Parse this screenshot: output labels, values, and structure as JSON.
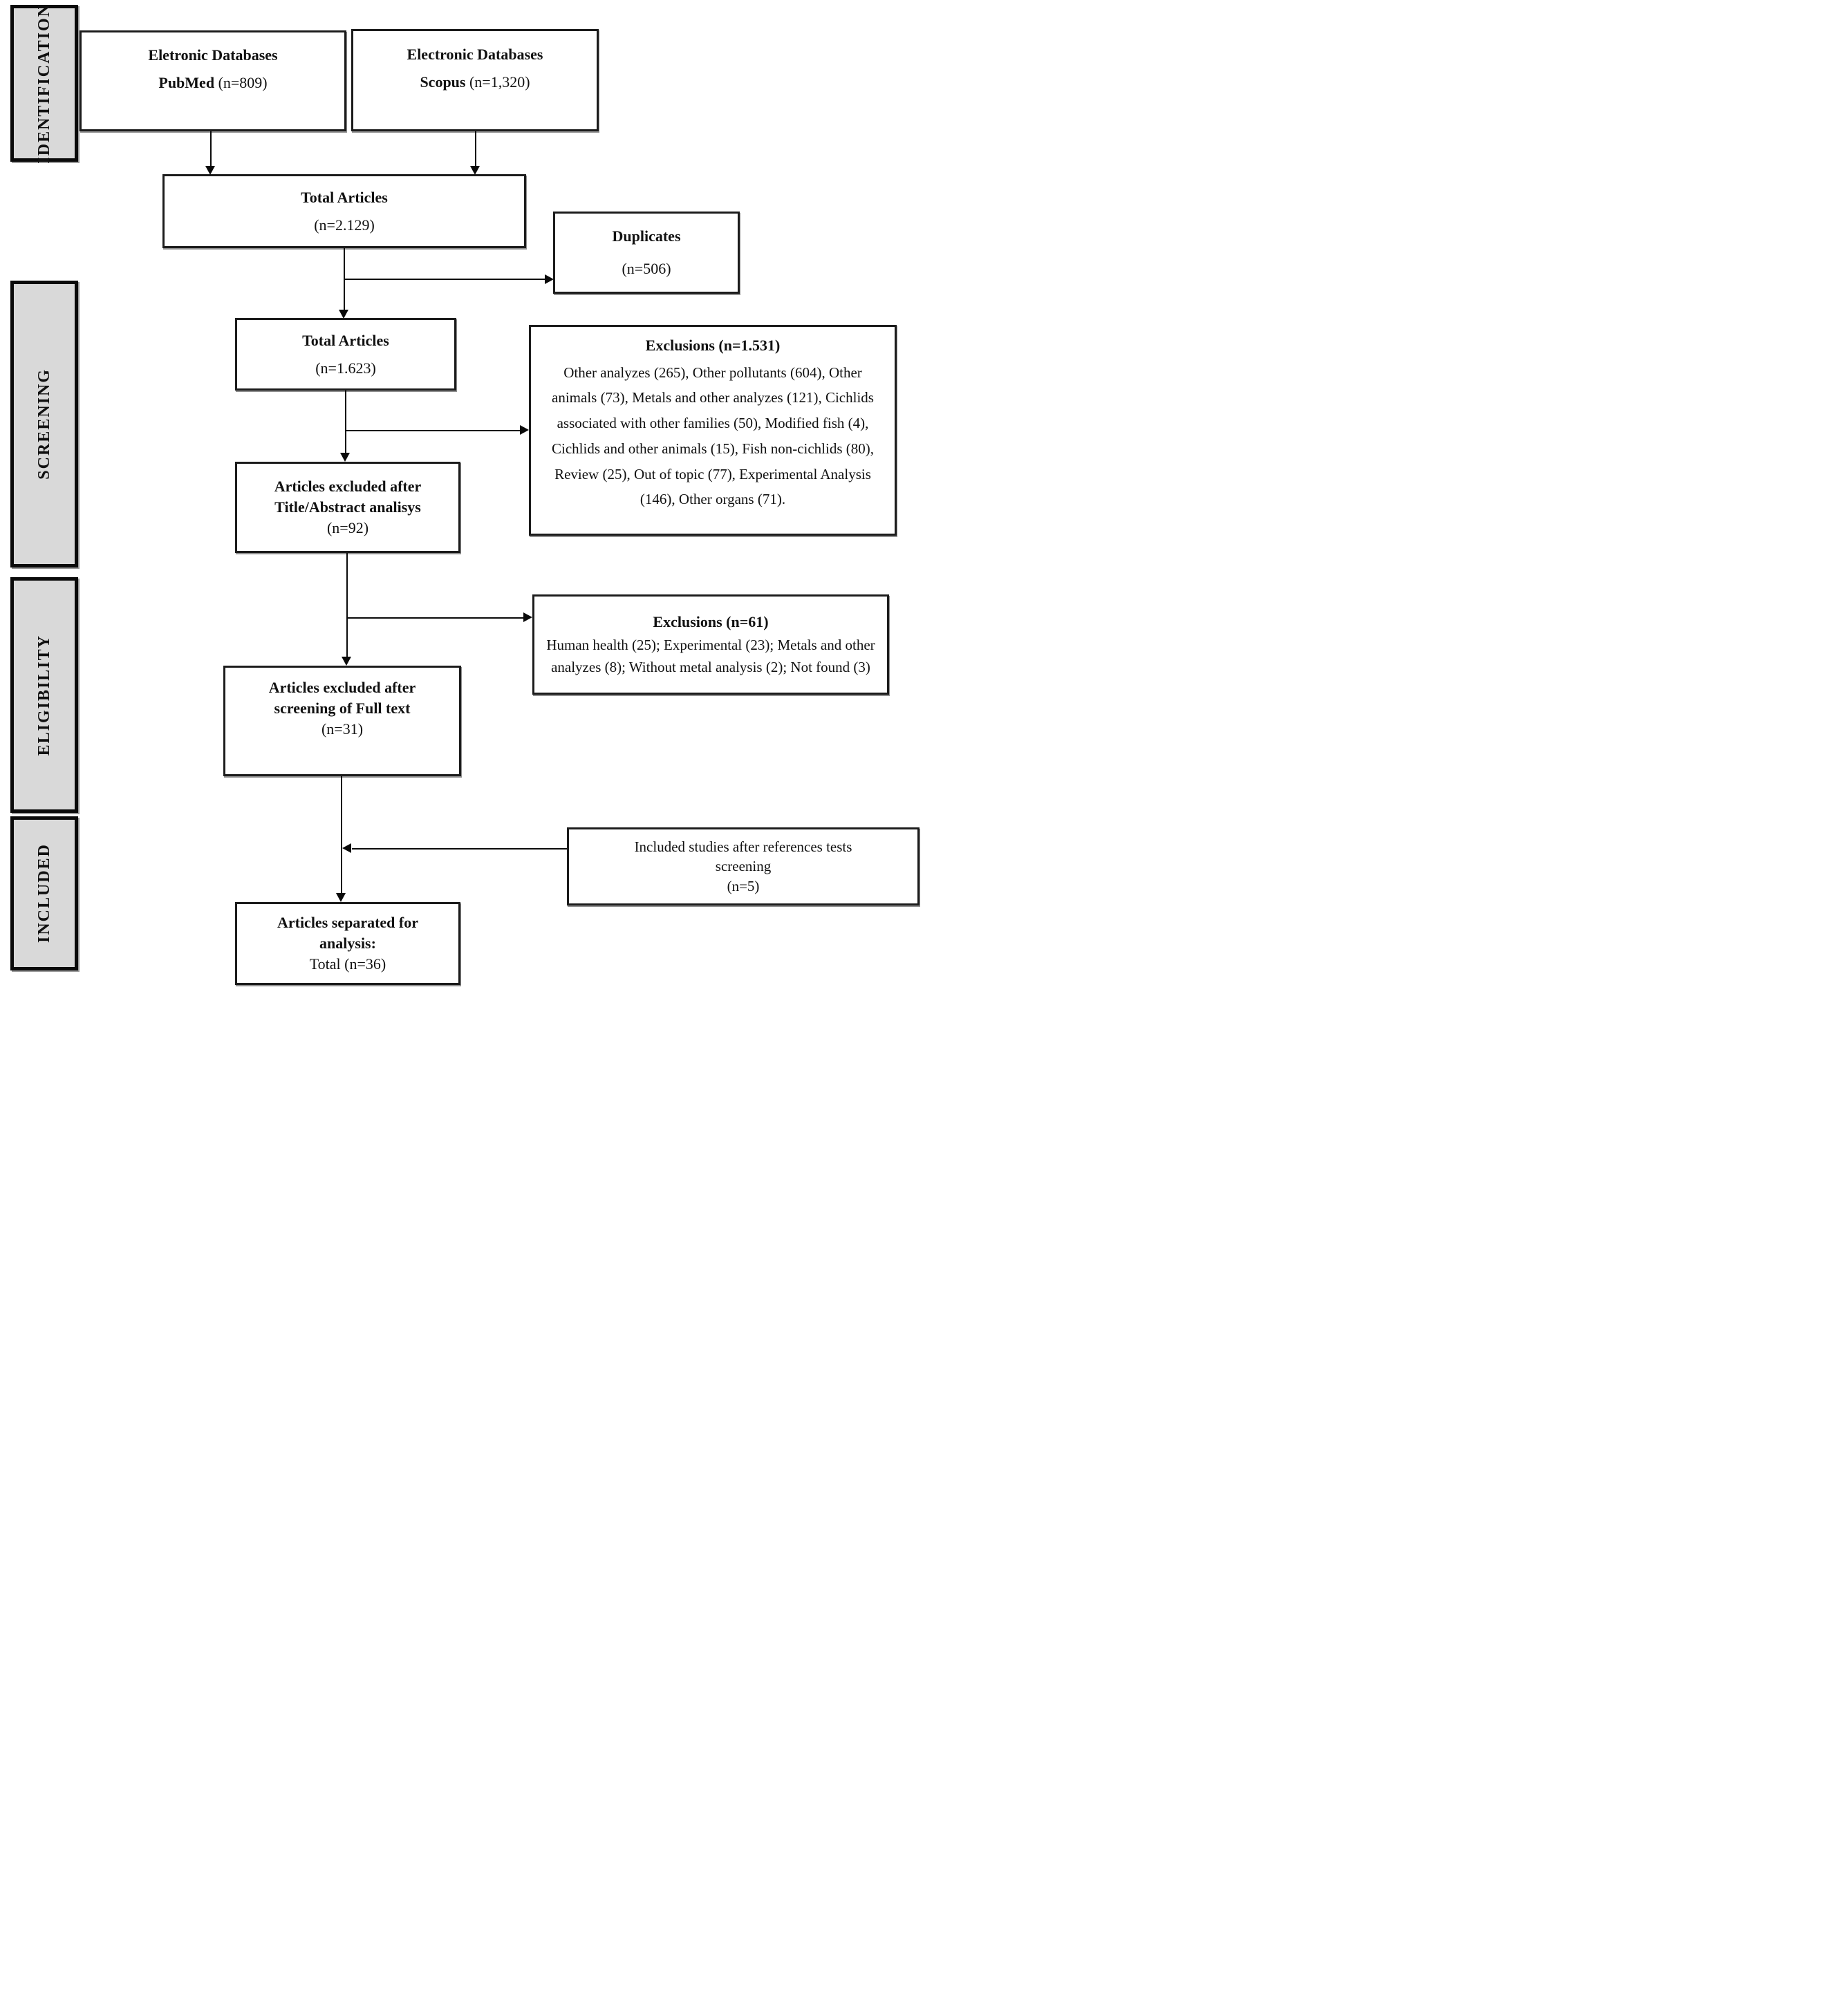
{
  "stages": [
    {
      "label": "IDENTIFICATION"
    },
    {
      "label": "SCREENING"
    },
    {
      "label": "ELIGIBILITY"
    },
    {
      "label": "INCLUDED"
    }
  ],
  "boxes": {
    "pubmed": {
      "title": "Eletronic Databases",
      "name_bold": "PubMed",
      "count": " (n=809)"
    },
    "scopus": {
      "title": "Electronic Databases",
      "name_bold": "Scopus",
      "count": " (n=1,320)"
    },
    "total_articles_1": {
      "title": "Total Articles",
      "count": "(n=2.129)"
    },
    "duplicates": {
      "title": "Duplicates",
      "count": "(n=506)"
    },
    "total_articles_2": {
      "title": "Total Articles",
      "count": "(n=1.623)"
    },
    "exclusions_screening": {
      "title": "Exclusions (n=1.531)",
      "body": "Other analyzes (265), Other pollutants (604), Other animals (73), Metals and other analyzes (121), Cichlids associated with other families (50), Modified fish (4), Cichlids and other animals (15), Fish non-cichlids (80), Review (25), Out of topic (77), Experimental Analysis (146), Other organs (71)."
    },
    "excluded_title_abstract": {
      "line1": "Articles excluded after",
      "line2": "Title/Abstract analisys",
      "count": "(n=92)"
    },
    "exclusions_eligibility": {
      "title": "Exclusions (n=61)",
      "body": "Human health (25); Experimental (23); Metals and other analyzes (8); Without metal analysis (2); Not found (3)"
    },
    "excluded_full_text": {
      "line1": "Articles excluded after",
      "line2": "screening of Full text",
      "count": "(n=31)"
    },
    "included_references": {
      "line1": "Included studies after references tests",
      "line2": "screening",
      "count": "(n=5)"
    },
    "final": {
      "line1": "Articles separated for",
      "line2": "analysis:",
      "count": "Total (n=36)"
    }
  },
  "colors": {
    "stage_fill": "#d9d9d9",
    "box_fill": "#ffffff",
    "border": "#0a0a0a",
    "text": "#111111"
  }
}
